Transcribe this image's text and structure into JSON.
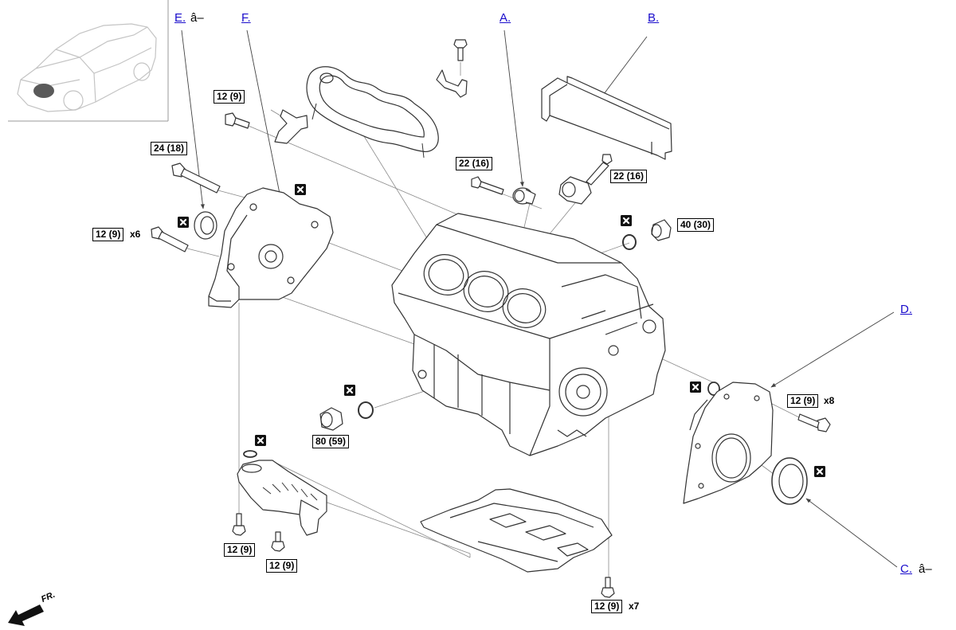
{
  "links": {
    "e": "E.",
    "f": "F.",
    "a": "A.",
    "b": "B.",
    "d": "D.",
    "c": "C."
  },
  "link_suffix": {
    "e": "â–",
    "c": "â–"
  },
  "torque": [
    {
      "value": "12 (9)",
      "qty": ""
    },
    {
      "value": "24 (18)",
      "qty": ""
    },
    {
      "value": "12 (9)",
      "qty": "x6"
    },
    {
      "value": "22 (16)",
      "qty": ""
    },
    {
      "value": "22 (16)",
      "qty": ""
    },
    {
      "value": "40 (30)",
      "qty": ""
    },
    {
      "value": "12 (9)",
      "qty": "x8"
    },
    {
      "value": "80 (59)",
      "qty": ""
    },
    {
      "value": "12 (9)",
      "qty": ""
    },
    {
      "value": "12 (9)",
      "qty": ""
    },
    {
      "value": "12 (9)",
      "qty": "x7"
    }
  ],
  "direction_label": "FR.",
  "icons": {
    "do_not_reuse": "do-not-reuse-icon",
    "front_arrow": "front-direction-arrow-icon",
    "vehicle_locator": "vehicle-location-icon"
  },
  "colors": {
    "link": "#1a0dcc",
    "part_stroke": "#333333",
    "leader_line": "#8a8a8a",
    "inset_sketch": "#c4c4c4"
  }
}
